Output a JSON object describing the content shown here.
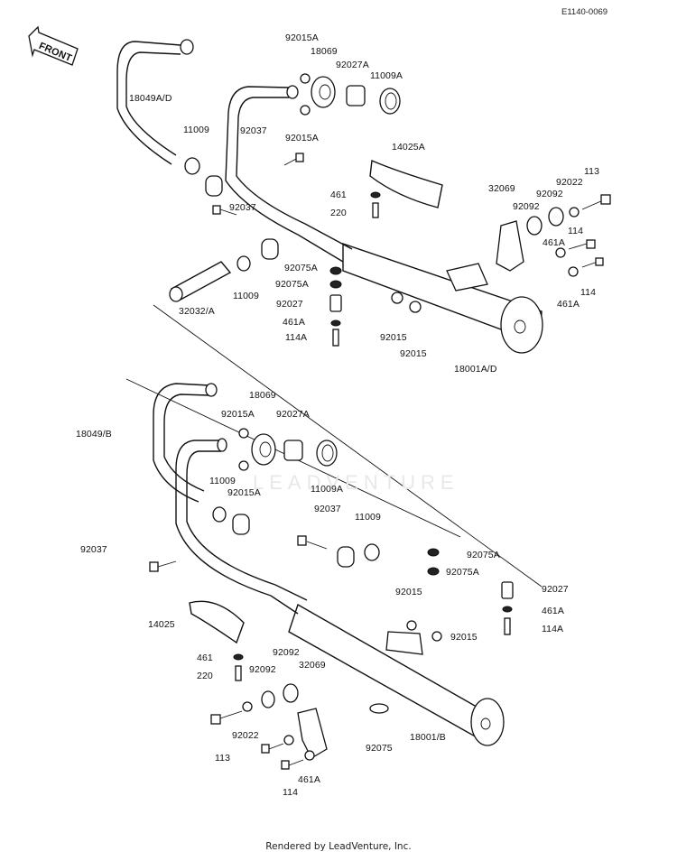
{
  "document_id": "E1140-0069",
  "front_indicator": "FRONT",
  "watermark": "LEADVENTURE",
  "footer": "Rendered by LeadVenture, Inc.",
  "upper_assembly": {
    "labels": [
      "92015A",
      "18069",
      "92027A",
      "11009A",
      "18049A/D",
      "11009",
      "92037",
      "92015A",
      "14025A",
      "461",
      "220",
      "32069",
      "92092",
      "92092",
      "92022",
      "113",
      "114",
      "461A",
      "114",
      "461A",
      "92037",
      "92075A",
      "92075A",
      "11009",
      "92027",
      "461A",
      "114A",
      "32032/A",
      "92015",
      "92015",
      "18001A/D"
    ]
  },
  "lower_assembly": {
    "labels": [
      "18069",
      "92015A",
      "92027A",
      "18049/B",
      "11009",
      "92015A",
      "11009A",
      "92037",
      "11009",
      "92037",
      "92075A",
      "92075A",
      "92015",
      "92027",
      "461A",
      "114A",
      "92015",
      "14025",
      "461",
      "220",
      "92092",
      "92092",
      "32069",
      "92022",
      "113",
      "92075",
      "18001/B",
      "461A",
      "114"
    ]
  }
}
